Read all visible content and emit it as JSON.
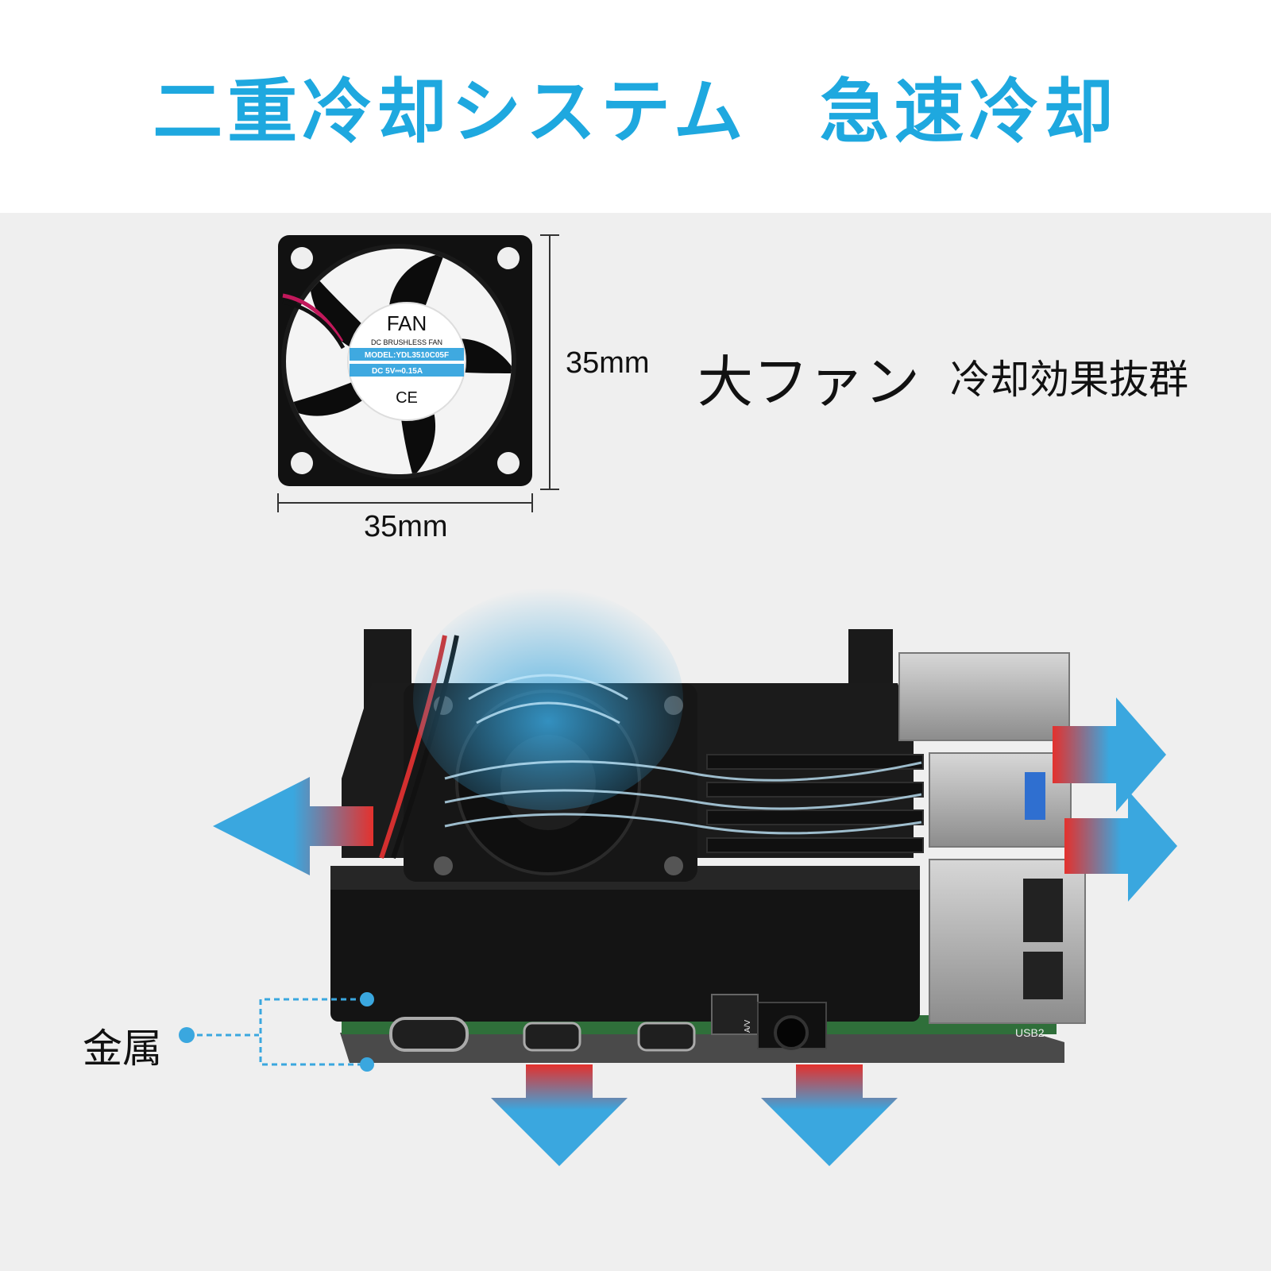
{
  "headline": {
    "part1": "二重冷却システム",
    "part2": "急速冷却"
  },
  "fan_dimensions": {
    "height": "35mm",
    "width": "35mm"
  },
  "fan_label": {
    "brand": "FAN",
    "type": "DC BRUSHLESS FAN",
    "model": "MODEL:YDL3510C05F",
    "rating": "DC 5V⎓0.15A",
    "mark": "CE"
  },
  "feature": {
    "name": "大ファン",
    "tagline": "冷却効果抜群"
  },
  "material_callout": "金属",
  "board_marks": {
    "port_label": "USB2",
    "jack_label": "A/V"
  },
  "colors": {
    "accent": "#1ea8df",
    "arrow_hot": "#e4312d",
    "panel": "#efefef",
    "case": "#141414"
  },
  "icons": [
    "airflow-arrow-icon",
    "fan-icon"
  ]
}
